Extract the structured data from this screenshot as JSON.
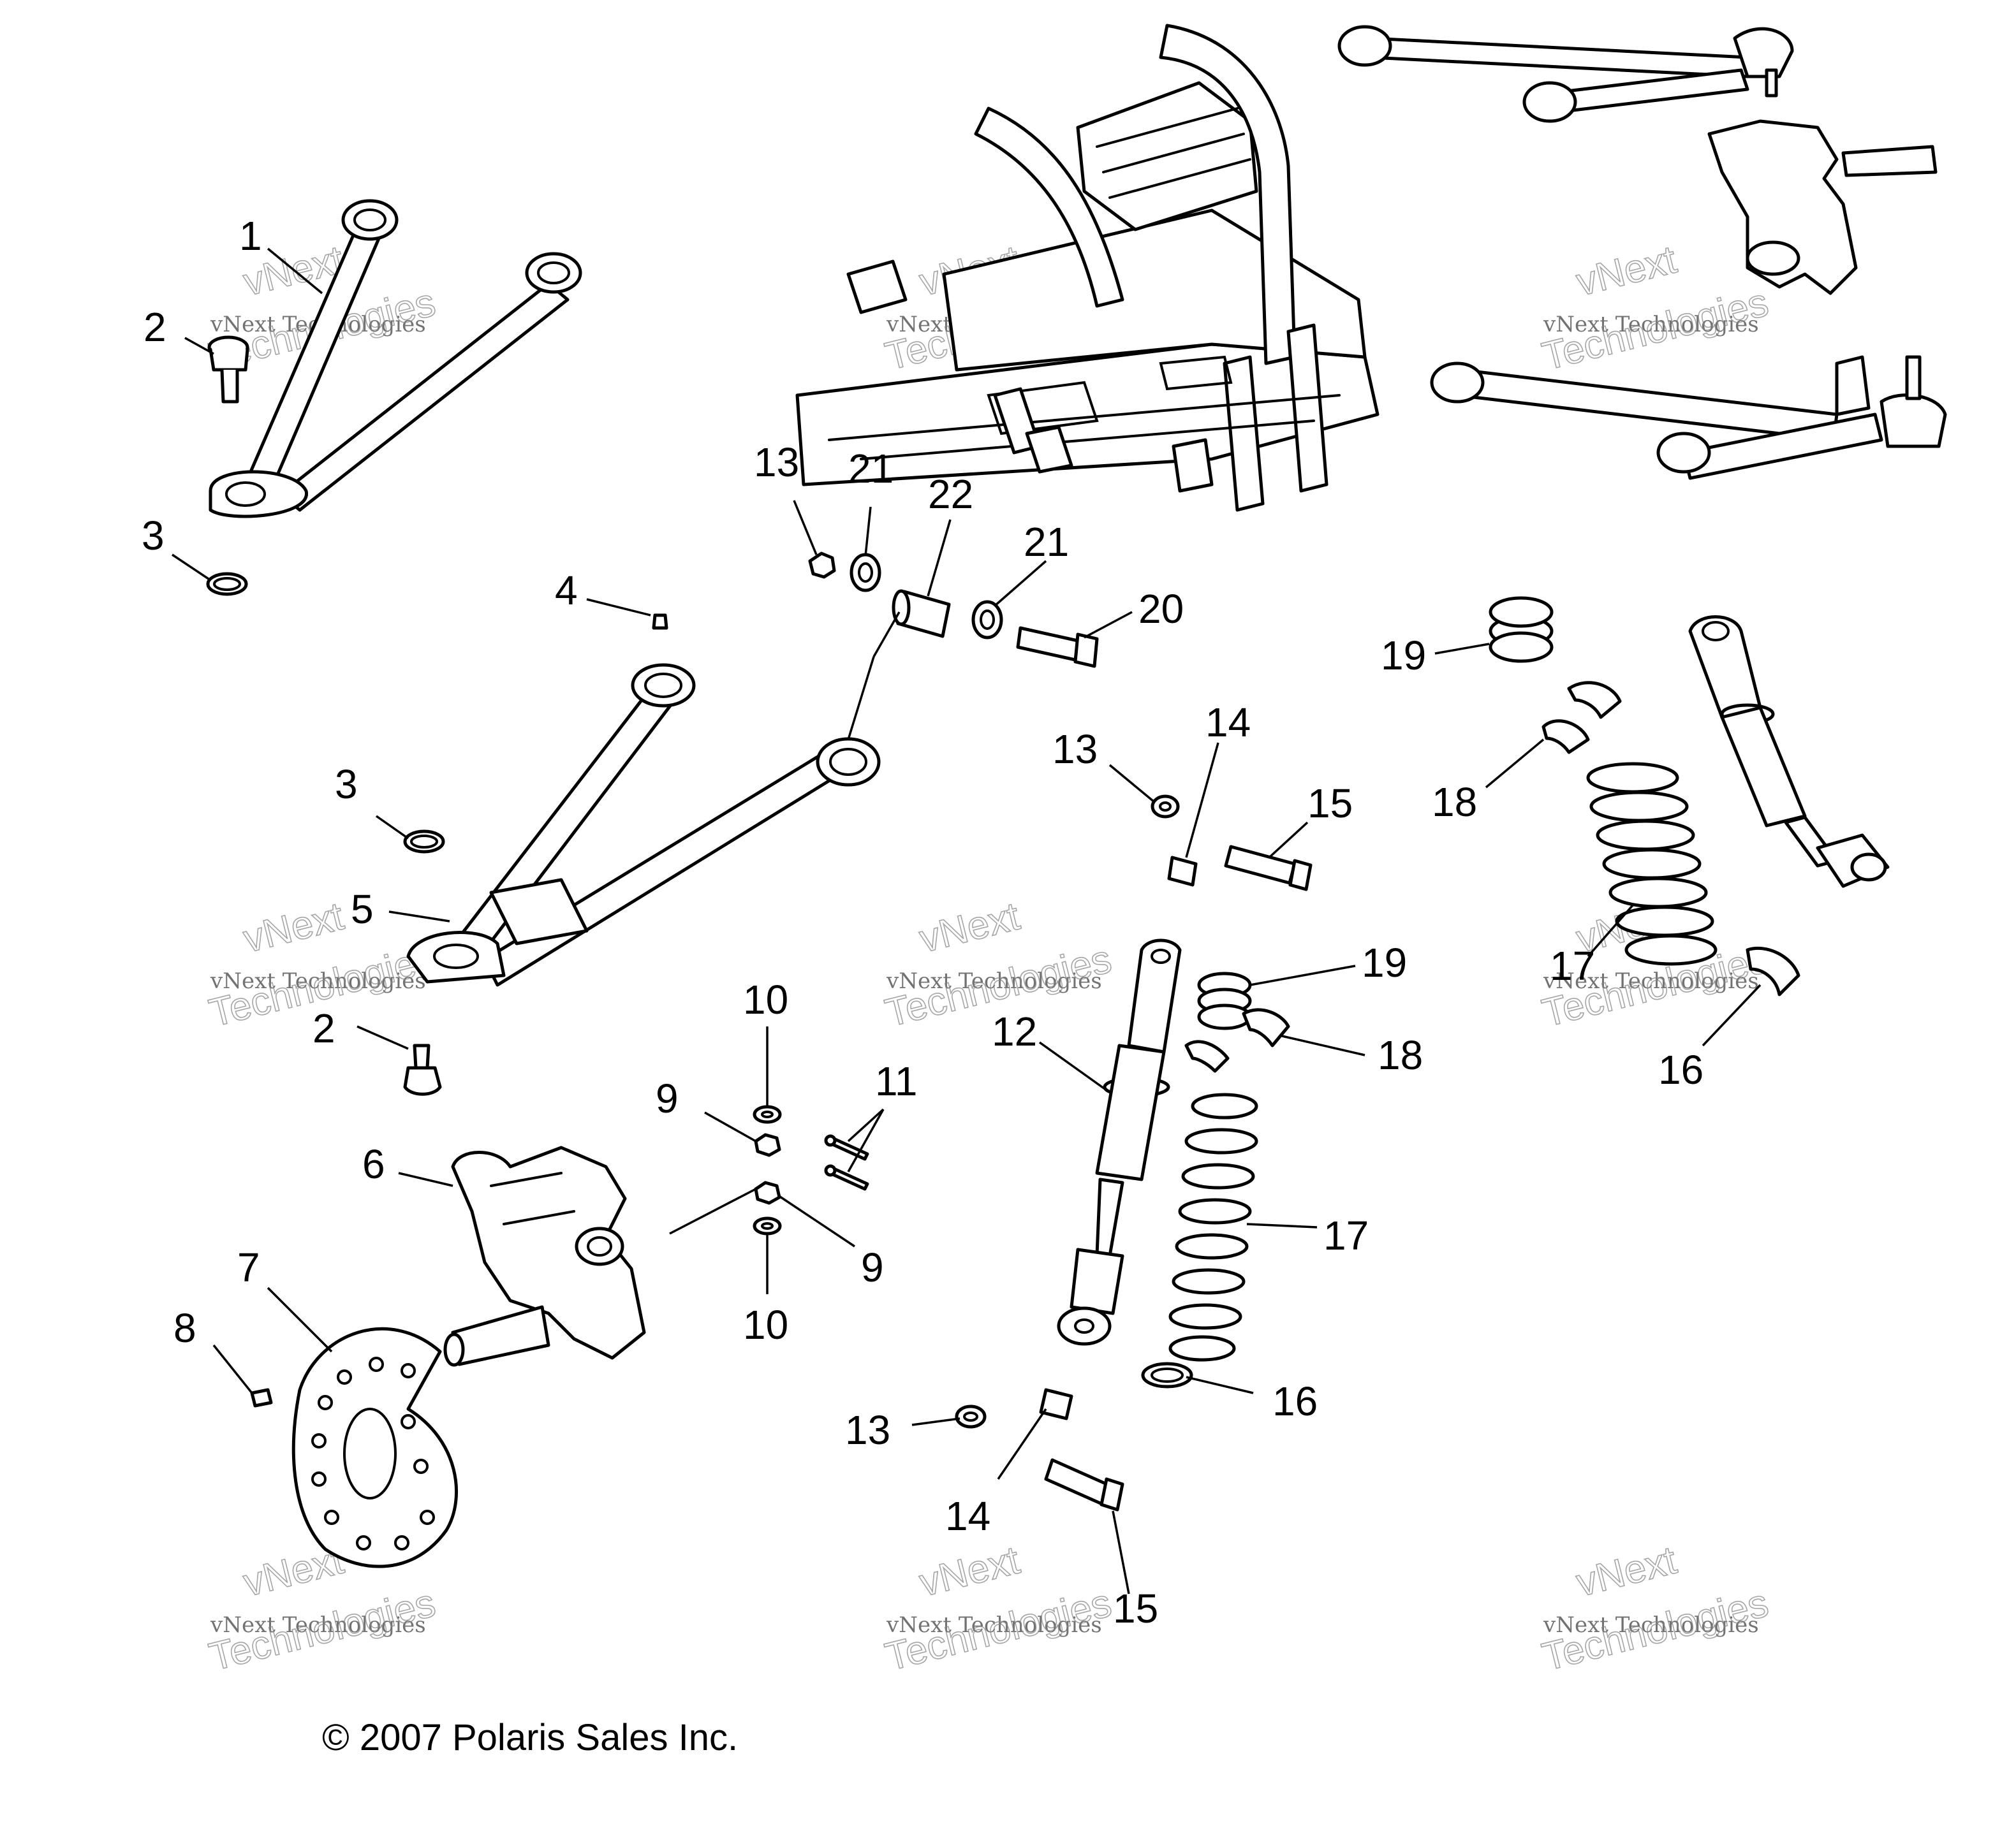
{
  "callouts": [
    {
      "label": "1"
    },
    {
      "label": "2"
    },
    {
      "label": "3"
    },
    {
      "label": "4"
    },
    {
      "label": "3"
    },
    {
      "label": "5"
    },
    {
      "label": "2"
    },
    {
      "label": "6"
    },
    {
      "label": "7"
    },
    {
      "label": "8"
    },
    {
      "label": "13"
    },
    {
      "label": "21"
    },
    {
      "label": "22"
    },
    {
      "label": "21"
    },
    {
      "label": "20"
    },
    {
      "label": "10"
    },
    {
      "label": "9"
    },
    {
      "label": "11"
    },
    {
      "label": "9"
    },
    {
      "label": "10"
    },
    {
      "label": "13"
    },
    {
      "label": "14"
    },
    {
      "label": "15"
    },
    {
      "label": "12"
    },
    {
      "label": "19"
    },
    {
      "label": "18"
    },
    {
      "label": "17"
    },
    {
      "label": "16"
    },
    {
      "label": "13"
    },
    {
      "label": "14"
    },
    {
      "label": "15"
    },
    {
      "label": "19"
    },
    {
      "label": "18"
    },
    {
      "label": "17"
    },
    {
      "label": "16"
    }
  ],
  "watermark": {
    "line1": "vNext",
    "line2": "vNext Technologies",
    "line3": "Technologies"
  },
  "footer": {
    "copyright": "© 2007 Polaris Sales Inc."
  }
}
